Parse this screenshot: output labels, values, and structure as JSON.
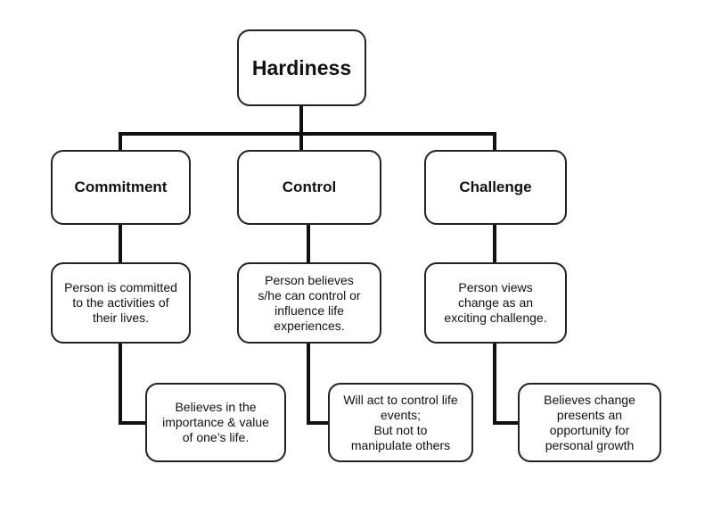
{
  "diagram": {
    "root": "Hardiness",
    "categories": [
      {
        "label": "Commitment",
        "description": "Person is committed\nto the activities of\ntheir lives.",
        "detail": "Believes in the\nimportance & value\nof one’s life."
      },
      {
        "label": "Control",
        "description": "Person believes\ns/he can control or\ninfluence life\nexperiences.",
        "detail": "Will act to control life\nevents;\nBut not to\nmanipulate others"
      },
      {
        "label": "Challenge",
        "description": "Person views\nchange as an\nexciting challenge.",
        "detail": "Believes change\npresents an\nopportunity for\npersonal growth"
      }
    ]
  }
}
